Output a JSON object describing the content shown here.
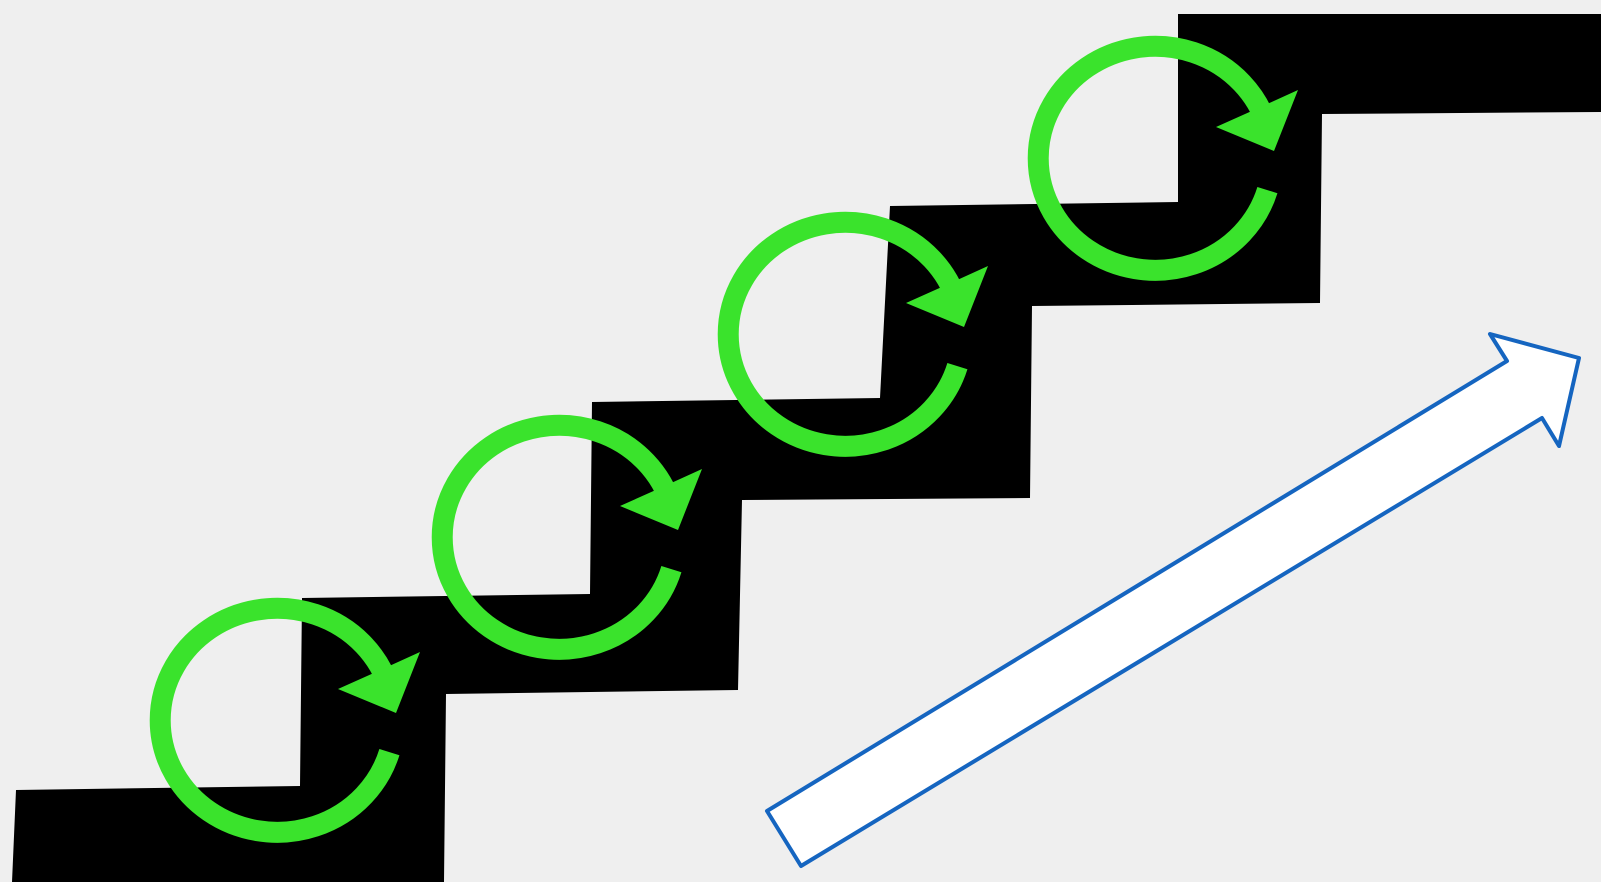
{
  "colors": {
    "background": "#efefef",
    "staircase": "#000000",
    "cycle_arrow": "#3ae32c",
    "growth_arrow_fill": "#ffffff",
    "growth_arrow_stroke": "#1565c0"
  },
  "elements": {
    "staircase": {
      "icon": "staircase-band"
    },
    "cycles": [
      {
        "icon": "cycle-arrow-icon",
        "step": 1
      },
      {
        "icon": "cycle-arrow-icon",
        "step": 2
      },
      {
        "icon": "cycle-arrow-icon",
        "step": 3
      },
      {
        "icon": "cycle-arrow-icon",
        "step": 4
      }
    ],
    "growth_arrow": {
      "icon": "up-right-arrow-icon"
    }
  }
}
